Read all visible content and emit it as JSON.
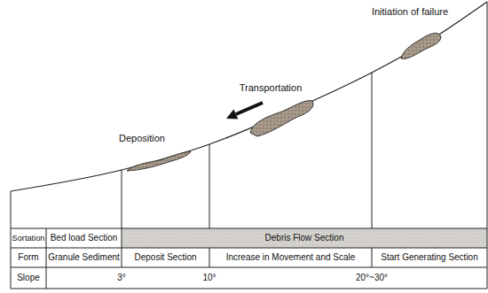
{
  "diagram": {
    "labels": [
      "Initiation of failure",
      "Transportation",
      "Deposition",
      "Sortation",
      "Bed load Section",
      "Debris Flow Section",
      "Form",
      "Granule Sediment",
      "Deposit Section",
      "Increase in Movement and Scale",
      "Start Generating Section",
      "Slope",
      "3°",
      "10°",
      "20°~30°"
    ]
  }
}
